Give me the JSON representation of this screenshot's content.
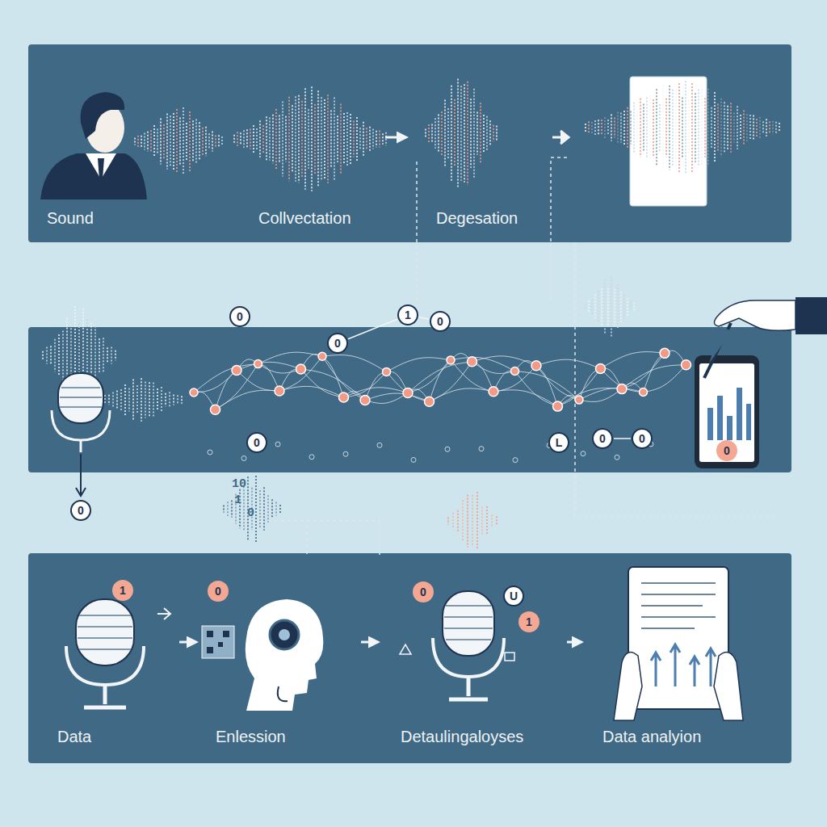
{
  "diagram": {
    "nodes": [
      {
        "text": [
          "Sound"
        ]
      },
      {
        "text": [
          "Collvectation"
        ]
      },
      {
        "text": [
          "Degesation"
        ]
      },
      {
        "text": [
          "0"
        ]
      },
      {
        "text": [
          "1"
        ]
      },
      {
        "text": [
          "0"
        ]
      },
      {
        "text": [
          "0"
        ]
      },
      {
        "text": [
          "0"
        ]
      },
      {
        "text": [
          "L"
        ]
      },
      {
        "text": [
          "0"
        ]
      },
      {
        "text": [
          "0"
        ]
      },
      {
        "text": [
          "0"
        ]
      },
      {
        "text": [
          "0"
        ]
      },
      {
        "text": [
          "1"
        ]
      },
      {
        "text": [
          "0"
        ]
      },
      {
        "text": [
          "0"
        ]
      },
      {
        "text": [
          "U"
        ]
      },
      {
        "text": [
          "1"
        ]
      },
      {
        "text": [
          "Data"
        ]
      },
      {
        "text": [
          "Enlession"
        ]
      },
      {
        "text": [
          "Detaulingaloyses"
        ]
      },
      {
        "text": [
          "Data analyion"
        ]
      }
    ],
    "edges": [
      {
        "from": 1,
        "to": 2,
        "arrow": "to"
      },
      {
        "from": 6,
        "to": 4,
        "arrow": "none"
      },
      {
        "from": 4,
        "to": 5,
        "arrow": "none"
      },
      {
        "from": 9,
        "to": 10,
        "arrow": "none"
      },
      {
        "from": 18,
        "to": 19,
        "arrow": "to"
      },
      {
        "from": 19,
        "to": 20,
        "arrow": "to"
      },
      {
        "from": 20,
        "to": 21,
        "arrow": "to"
      }
    ],
    "labels": [
      "10",
      "1",
      "0"
    ]
  }
}
